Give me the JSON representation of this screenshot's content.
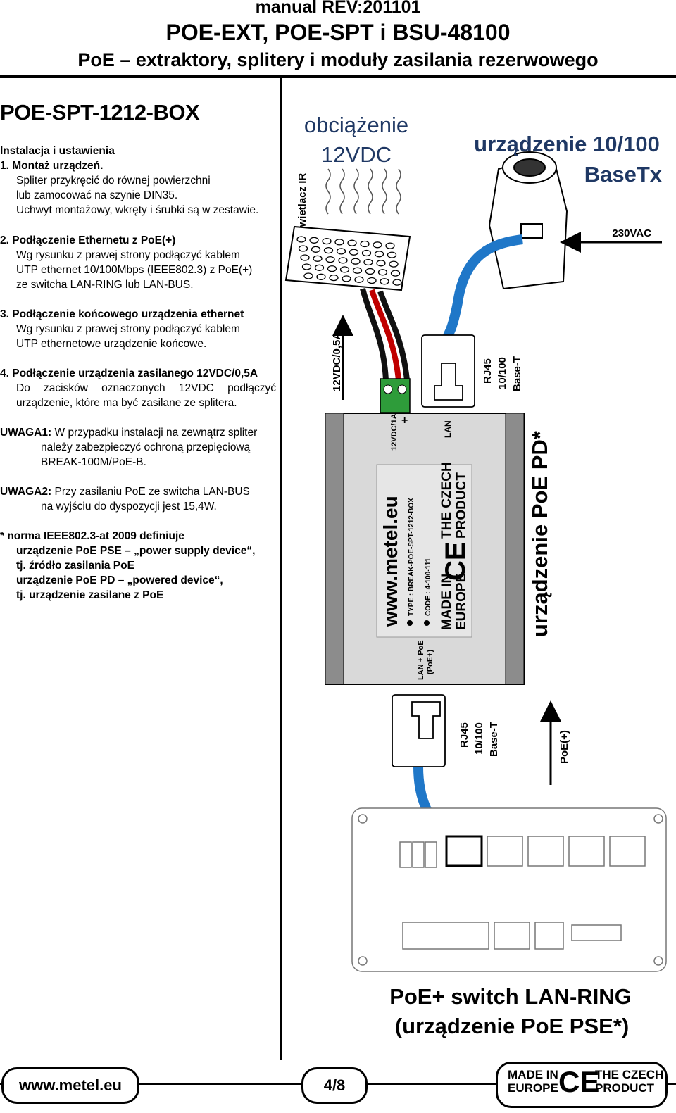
{
  "header": {
    "line1": "manual REV:201101",
    "line2": "POE-EXT, POE-SPT i BSU-48100",
    "line3": "PoE – extraktory, splitery i moduły zasilania rezerwowego"
  },
  "section": {
    "title": "POE-SPT-1212-BOX",
    "intro": "Instalacja i ustawienia",
    "step1_title": "1. Montaż urządzeń.",
    "step1_lines": [
      "Spliter przykręcić do równej powierzchni",
      "lub zamocować na szynie DIN35.",
      "Uchwyt montażowy, wkręty i śrubki są w zestawie."
    ],
    "step2_title": "2. Podłączenie Ethernetu z PoE(+)",
    "step2_lines": [
      "Wg rysunku z prawej strony podłączyć kablem",
      "UTP ethernet 10/100Mbps (IEEE802.3) z PoE(+)",
      "ze switcha LAN-RING lub LAN-BUS."
    ],
    "step3_title": "3. Podłączenie końcowego urządzenia ethernet",
    "step3_lines": [
      "Wg rysunku z prawej strony podłączyć kablem",
      "UTP ethernetowe urządzenie końcowe."
    ],
    "step4_title": "4. Podłączenie urządzenia zasilanego 12VDC/0,5A",
    "step4_lines": [
      "Do zacisków oznaczonych 12VDC podłączyć",
      "urządzenie, które ma być zasilane ze splitera."
    ],
    "warn1_label": "UWAGA1:",
    "warn1_text": " W przypadku instalacji na zewnątrz spliter",
    "warn1_lines": [
      "należy zabezpieczyć ochroną przepięciową",
      "BREAK-100M/PoE-B."
    ],
    "warn2_label": "UWAGA2:",
    "warn2_text": " Przy zasilaniu PoE ze switcha LAN-BUS",
    "warn2_lines": [
      "na wyjściu do dyspozycji jest 15,4W."
    ],
    "note_lines": [
      "* norma IEEE802.3-at 2009 definiuje",
      "urządzenie PoE PSE – „power supply device“,",
      "tj. źródło zasilania PoE",
      "urządzenie PoE PD – „powered device“,",
      "tj. urządzenie zasilane z PoE"
    ]
  },
  "diagram": {
    "load_title_1": "obciążenie",
    "load_title_2": "12VDC",
    "ir_label": "oświetlacz IR",
    "device_title_1": "urządzenie 10/100",
    "device_title_2": "BaseTx",
    "vac_label": "230VAC",
    "power_arrow_label": "12VDC/0,5A",
    "rj45_top_1": "RJ45",
    "rj45_top_2": "10/100",
    "rj45_top_3": "Base-T",
    "box_12vdc": "12VDC/1A",
    "box_plus": "+",
    "box_lan": "LAN",
    "box_lanpoe_1": "LAN + PoE",
    "box_lanpoe_2": "(PoE+)",
    "box_web": "www.metel.eu",
    "box_type": "TYPE :  BREAK-POE-SPT-1212-BOX",
    "box_code": "CODE : 4-100-111",
    "box_made_1": "MADE IN",
    "box_made_2": "EUROPE",
    "box_ce": "CE",
    "box_czech_1": "THE CZECH",
    "box_czech_2": "PRODUCT",
    "pd_label": "urządzenie PoE PD*",
    "rj45_bot_1": "RJ45",
    "rj45_bot_2": "10/100",
    "rj45_bot_3": "Base-T",
    "poe_arrow_label": "PoE(+)",
    "switch_title_1": "PoE+ switch LAN-RING",
    "switch_title_2": "(urządzenie PoE PSE*)"
  },
  "footer": {
    "website": "www.metel.eu",
    "page": "4/8",
    "made_1": "MADE IN",
    "made_2": "EUROPE",
    "ce": "CE",
    "czech_1": "THE CZECH",
    "czech_2": "PRODUCT"
  }
}
